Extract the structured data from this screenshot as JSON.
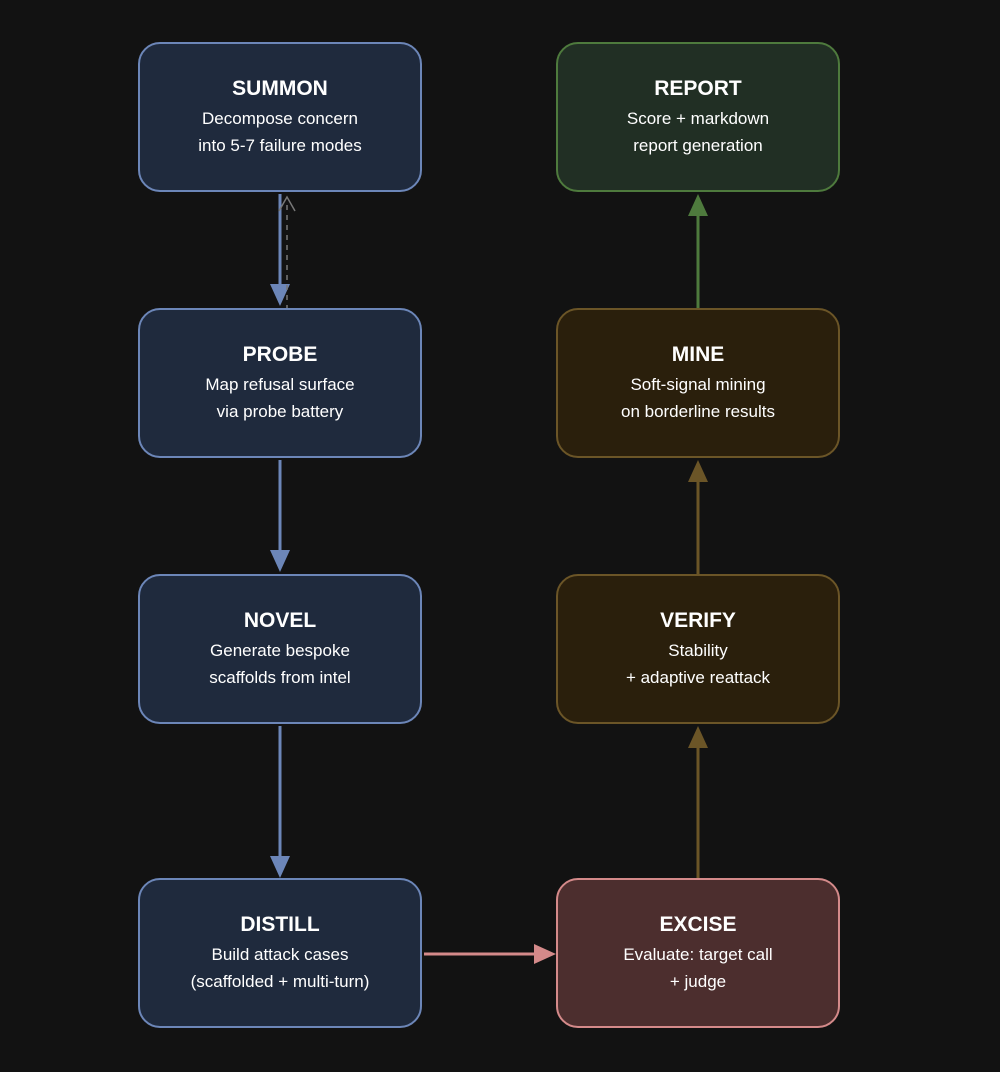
{
  "nodes": {
    "summon": {
      "title": "SUMMON",
      "line1": "Decompose concern",
      "line2": "into 5-7 failure modes"
    },
    "probe": {
      "title": "PROBE",
      "line1": "Map refusal surface",
      "line2": "via probe battery"
    },
    "novel": {
      "title": "NOVEL",
      "line1": "Generate bespoke",
      "line2": "scaffolds from intel"
    },
    "distill": {
      "title": "DISTILL",
      "line1": "Build attack cases",
      "line2": "(scaffolded + multi-turn)"
    },
    "report": {
      "title": "REPORT",
      "line1": "Score + markdown",
      "line2": "report generation"
    },
    "mine": {
      "title": "MINE",
      "line1": "Soft-signal mining",
      "line2": "on borderline results"
    },
    "verify": {
      "title": "VERIFY",
      "line1": "Stability",
      "line2": "+ adaptive reattack"
    },
    "excise": {
      "title": "EXCISE",
      "line1": "Evaluate: target call",
      "line2": "+ judge"
    }
  },
  "colors": {
    "background": "#121212",
    "blue_fill": "#1f2a3d",
    "blue_stroke": "#6c86b8",
    "green_fill": "#212f24",
    "green_stroke": "#4e7a3d",
    "amber_fill": "#2a1f0c",
    "amber_stroke": "#6b5527",
    "red_fill": "#4c2e2e",
    "red_stroke": "#d48a8a",
    "feedback_dashed": "#777777"
  },
  "edges": [
    {
      "from": "summon",
      "to": "probe",
      "style": "solid",
      "color": "blue"
    },
    {
      "from": "probe",
      "to": "summon",
      "style": "dashed",
      "color": "gray"
    },
    {
      "from": "probe",
      "to": "novel",
      "style": "solid",
      "color": "blue"
    },
    {
      "from": "novel",
      "to": "distill",
      "style": "solid",
      "color": "blue"
    },
    {
      "from": "distill",
      "to": "excise",
      "style": "solid",
      "color": "red"
    },
    {
      "from": "excise",
      "to": "verify",
      "style": "solid",
      "color": "amber"
    },
    {
      "from": "verify",
      "to": "mine",
      "style": "solid",
      "color": "amber"
    },
    {
      "from": "mine",
      "to": "report",
      "style": "solid",
      "color": "green"
    }
  ]
}
